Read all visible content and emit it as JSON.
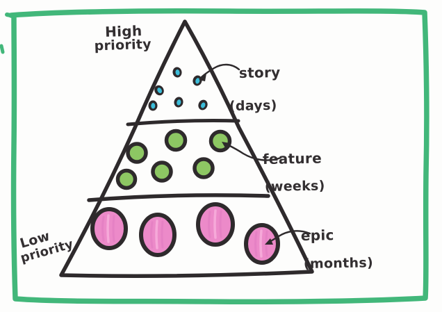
{
  "labels": {
    "high_priority": {
      "line1": "High",
      "line2": "priority"
    },
    "low_priority": {
      "line1": "Low",
      "line2": "priority"
    }
  },
  "tiers": [
    {
      "name": "story",
      "timescale": "(days)",
      "item_count": 6,
      "item_color": "#3cbdd9"
    },
    {
      "name": "feature",
      "timescale": "(weeks)",
      "item_count": 6,
      "item_color": "#8dc763"
    },
    {
      "name": "epic",
      "timescale": "(months)",
      "item_count": 4,
      "item_color": "#ec8ac9"
    }
  ],
  "colors": {
    "frame_green": "#42b77a",
    "ink": "#2e2a2c",
    "background": "#ffffff"
  }
}
